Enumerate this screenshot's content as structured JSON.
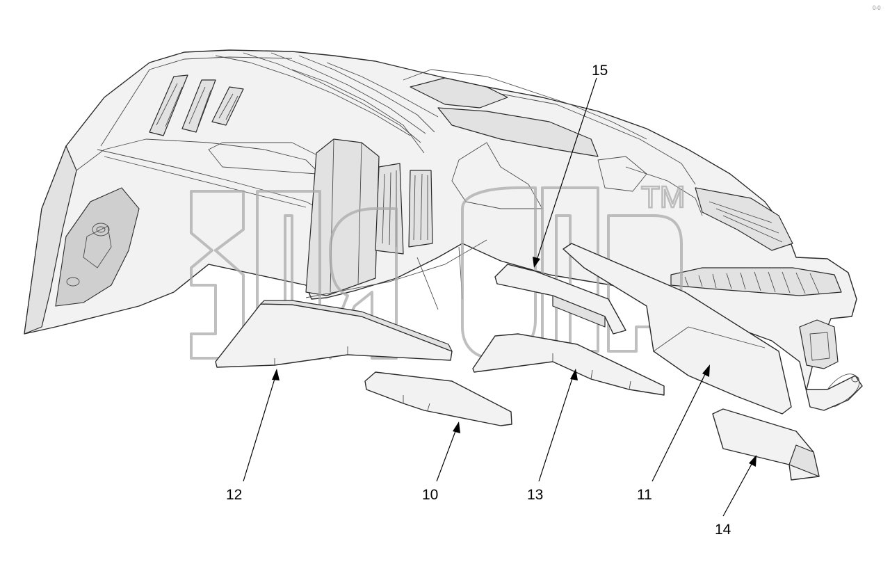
{
  "callouts": [
    {
      "id": "c10",
      "number": "10"
    },
    {
      "id": "c11",
      "number": "11"
    },
    {
      "id": "c12",
      "number": "12"
    },
    {
      "id": "c13",
      "number": "13"
    },
    {
      "id": "c14",
      "number": "14"
    },
    {
      "id": "c15",
      "number": "15"
    }
  ],
  "watermark": {
    "text": "эпср",
    "trademark": "TM"
  },
  "corner_mark": "0-0"
}
